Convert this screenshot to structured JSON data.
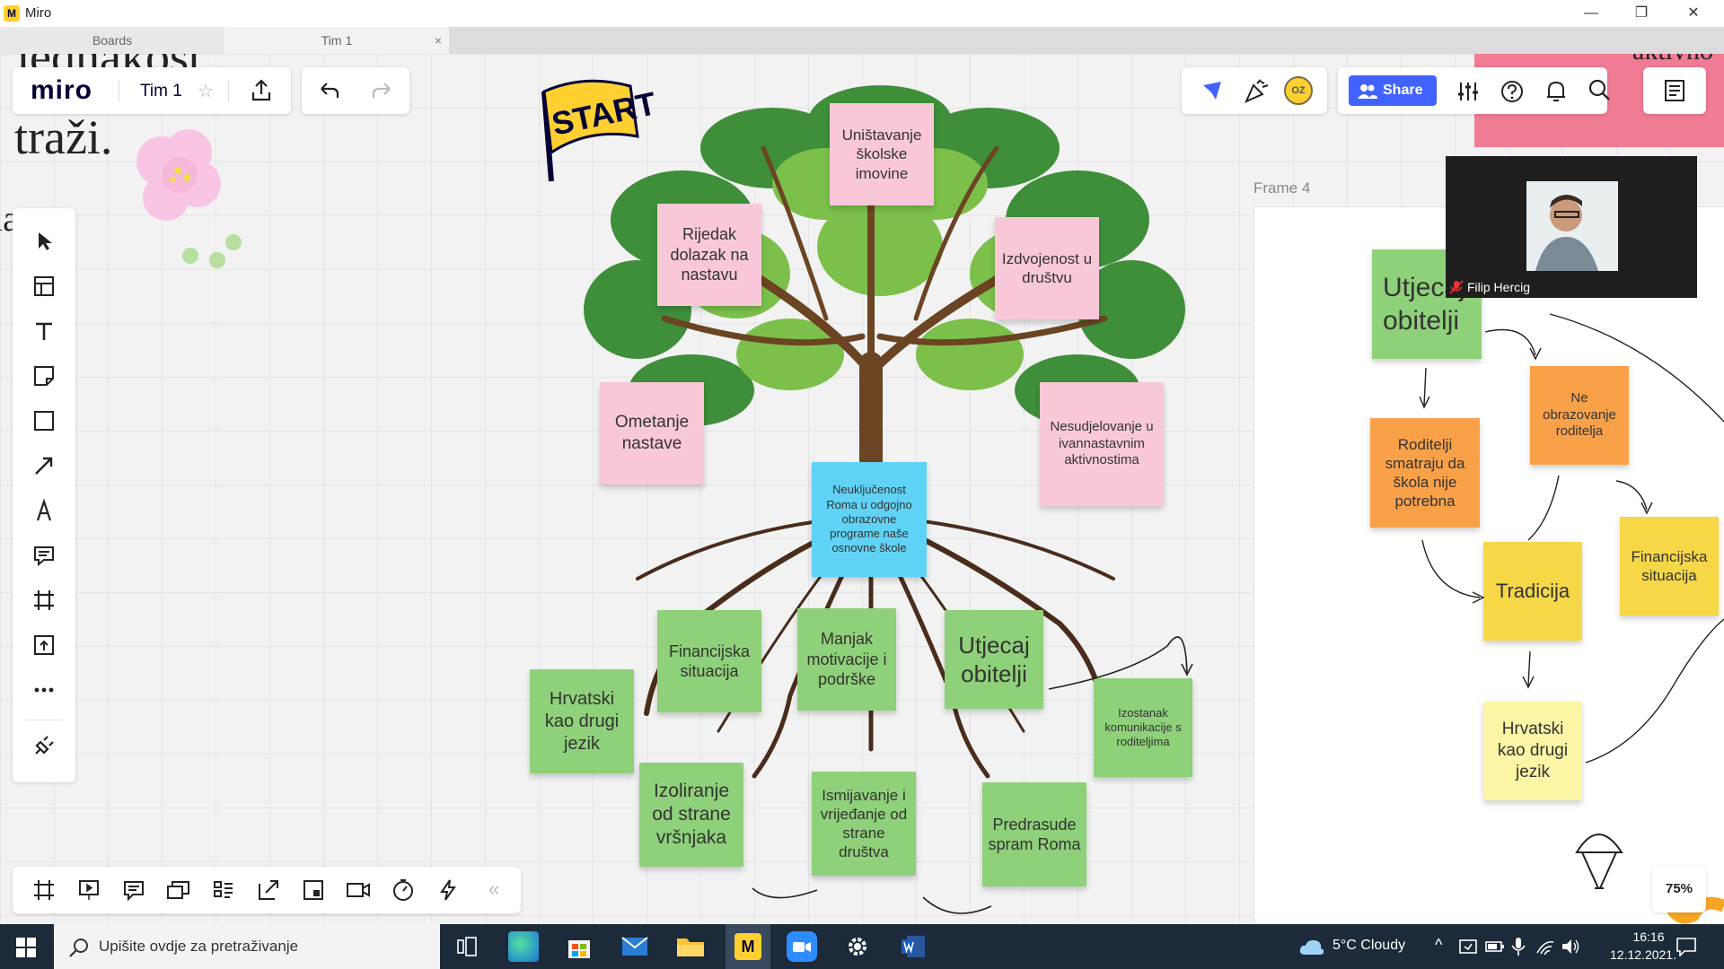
{
  "window": {
    "title": "Miro",
    "app_icon_letter": "M",
    "min": "—",
    "max": "❐",
    "close": "✕"
  },
  "tabs": [
    {
      "label": "Boards"
    },
    {
      "label": "Tim 1",
      "close": "×"
    }
  ],
  "toolbar": {
    "logo": "miro",
    "board_name": "Tim 1",
    "star": "☆",
    "share_label": "Share",
    "avatar": "OZ"
  },
  "bg_text": {
    "line1": "jednakost",
    "line2": "traži.",
    "line3": "la"
  },
  "start_flag": "START",
  "tree": {
    "top": [
      {
        "text": "Uništavanje školske imovine"
      },
      {
        "text": "Rijedak dolazak na nastavu"
      },
      {
        "text": "Izdvojenost u društvu"
      },
      {
        "text": "Ometanje nastave"
      },
      {
        "text": "Nesudjelovanje u ivannastavnim aktivnostima"
      }
    ],
    "center": "Neuključenost Roma u odgojno obrazovne programe naše osnovne škole",
    "roots": [
      {
        "text": "Financijska situacija"
      },
      {
        "text": "Manjak motivacije i podrške"
      },
      {
        "text": "Utjecaj obitelji"
      },
      {
        "text": "Hrvatski kao drugi jezik"
      },
      {
        "text": "Izostanak komunikacije s roditeljima"
      },
      {
        "text": "Izoliranje od strane vršnjaka"
      },
      {
        "text": "Ismijavanje i vrijeđanje od strane društva"
      },
      {
        "text": "Predrasude spram Roma"
      }
    ]
  },
  "frame": {
    "label": "Frame 4",
    "notes": [
      {
        "text": "Utjecaj obitelji"
      },
      {
        "text": "Ne obrazovanje roditelja"
      },
      {
        "text": "Roditelji smatraju da škola nije potrebna"
      },
      {
        "text": "Tradicija"
      },
      {
        "text": "Financijska situacija"
      },
      {
        "text": "Hrvatski kao drugi jezik"
      }
    ],
    "partial_top_text": "aktivno"
  },
  "video": {
    "name": "Filip Hercig"
  },
  "zoom": "75%",
  "collapse": "«",
  "taskbar": {
    "search_placeholder": "Upišite ovdje za pretraživanje",
    "weather": "5°C  Cloudy",
    "time": "16:16",
    "date": "12.12.2021."
  }
}
